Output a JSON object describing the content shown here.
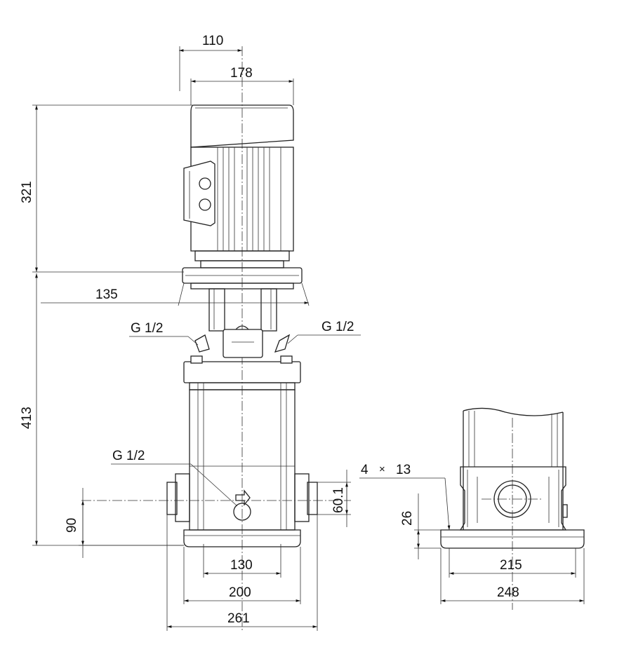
{
  "dimensions": {
    "top_width_110": "110",
    "motor_width_178": "178",
    "motor_height_321": "321",
    "flange_135": "135",
    "pump_height_413": "413",
    "port_90": "90",
    "base_130": "130",
    "base_200": "200",
    "overall_261": "261",
    "port_center_60_1": "60.1",
    "side_base_215": "215",
    "side_base_248": "248",
    "side_height_26": "26",
    "holes_count": "4",
    "holes_times": "×",
    "holes_diameter": "13"
  },
  "labels": {
    "g_left": "G 1/2",
    "g_right": "G 1/2",
    "g_bottom": "G 1/2"
  }
}
